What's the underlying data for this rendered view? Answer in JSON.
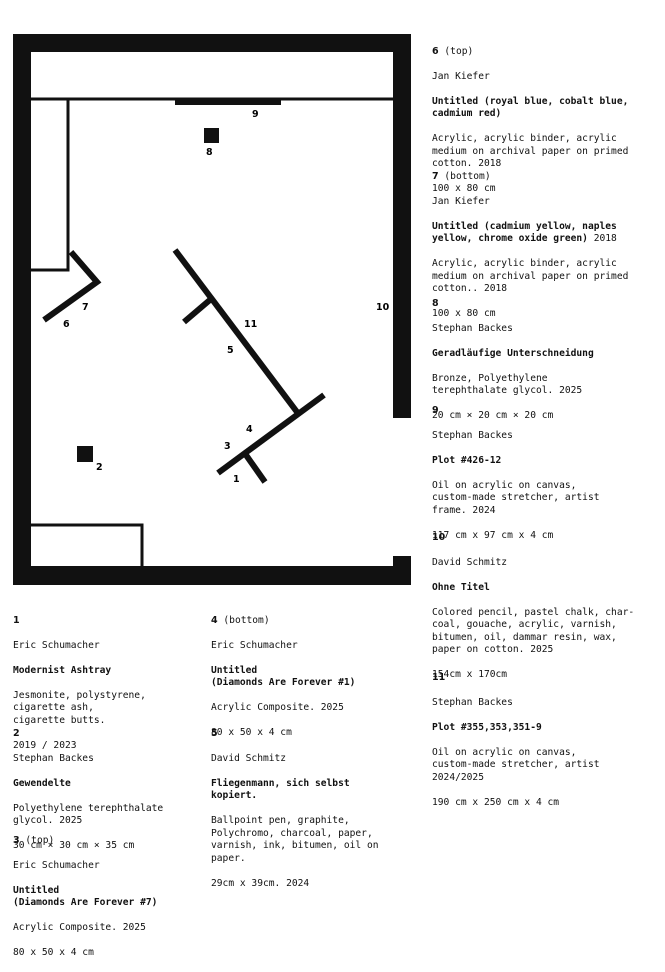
{
  "colors": {
    "ink": "#111111",
    "paper": "#ffffff"
  },
  "floorplan_labels": [
    "1",
    "2",
    "3",
    "4",
    "5",
    "6",
    "7",
    "8",
    "9",
    "10",
    "11"
  ],
  "entries": {
    "e1": {
      "num": "1",
      "position": "",
      "artist": "Eric Schumacher",
      "title": "Modernist Ashtray",
      "medium": "Jesmonite, polystyrene,\ncigarette ash,\ncigarette butts.",
      "details": "2019 / 2023"
    },
    "e2": {
      "num": "2",
      "position": "",
      "artist": "Stephan Backes",
      "title": "Gewendelte",
      "medium": "Polyethylene terephthalate\nglycol.  2025",
      "details": "30 cm × 30 cm × 35 cm"
    },
    "e3": {
      "num": "3",
      "position": "(top)",
      "artist": "Eric Schumacher",
      "title": "Untitled\n(Diamonds Are Forever #7)",
      "medium": "Acrylic Composite. 2025",
      "details": "80 x 50 x 4 cm"
    },
    "e4": {
      "num": "4",
      "position": "(bottom)",
      "artist": "Eric Schumacher",
      "title": "Untitled\n(Diamonds Are Forever #1)",
      "medium": "Acrylic Composite. 2025",
      "details": "80 x 50 x 4 cm"
    },
    "e5": {
      "num": "5",
      "position": "",
      "artist": "David Schmitz",
      "title": "Fliegenmann, sich selbst\nkopiert.",
      "medium": "Ballpoint pen, graphite,\nPolychromo, charcoal, paper,\nvarnish, ink, bitumen, oil on\npaper.",
      "details": "29cm x 39cm.   2024"
    },
    "e6": {
      "num": "6",
      "position": "(top)",
      "artist": "Jan Kiefer",
      "title": "Untitled (royal blue, cobalt blue,\ncadmium red)",
      "medium": "Acrylic, acrylic binder, acrylic\nmedium on archival paper on primed\ncotton. 2018",
      "details": "100 x 80 cm"
    },
    "e7": {
      "num": "7",
      "position": "(bottom)",
      "artist": "Jan Kiefer",
      "title": "Untitled (cadmium yellow, naples\nyellow, chrome oxide green)",
      "title_suffix": " 2018",
      "medium": "Acrylic, acrylic binder, acrylic\nmedium on archival paper on primed\ncotton.. 2018",
      "details": "100 x 80 cm"
    },
    "e8": {
      "num": "8",
      "position": "",
      "artist": "Stephan Backes",
      "title": "Geradläufige Unterschneidung",
      "medium": "Bronze, Polyethylene\nterephthalate glycol. 2025",
      "details": "20 cm × 20 cm × 20 cm"
    },
    "e9": {
      "num": "9",
      "position": "",
      "artist": "Stephan Backes",
      "title": "Plot #426-12",
      "medium": "Oil on acrylic on canvas,\ncustom-made stretcher, artist\nframe. 2024",
      "details": "117 cm x 97 cm x 4 cm"
    },
    "e10": {
      "num": "10",
      "position": "",
      "artist": "David Schmitz",
      "title": "Ohne Titel",
      "medium": "Colored pencil, pastel chalk, char-\ncoal, gouache, acrylic, varnish,\nbitumen, oil, dammar resin, wax,\npaper on cotton.  2025",
      "details": "154cm x 170cm"
    },
    "e11": {
      "num": "11",
      "position": "",
      "artist": "Stephan Backes",
      "title": "Plot #355,353,351-9",
      "medium": "Oil on acrylic on canvas,\ncustom-made stretcher, artist\n2024/2025",
      "details": "190 cm x 250 cm x 4 cm"
    }
  }
}
